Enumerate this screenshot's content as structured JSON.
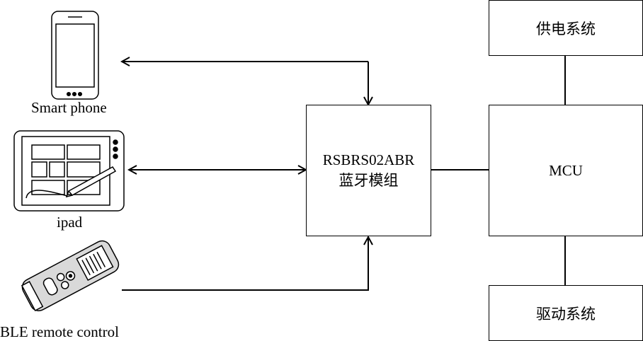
{
  "devices": {
    "phone_label": "Smart phone",
    "ipad_label": "ipad",
    "remote_label": "BLE remote control"
  },
  "module": {
    "line1": "RSBRS02ABR",
    "line2": "蓝牙模组"
  },
  "mcu": {
    "label": "MCU"
  },
  "power": {
    "label": "供电系统"
  },
  "drive": {
    "label": "驱动系统"
  },
  "icons": [
    "smartphone-icon",
    "tablet-icon",
    "remote-control-icon"
  ],
  "colors": {
    "line": "#000000",
    "background": "#ffffff",
    "remote_body": "#d9d9d9"
  }
}
